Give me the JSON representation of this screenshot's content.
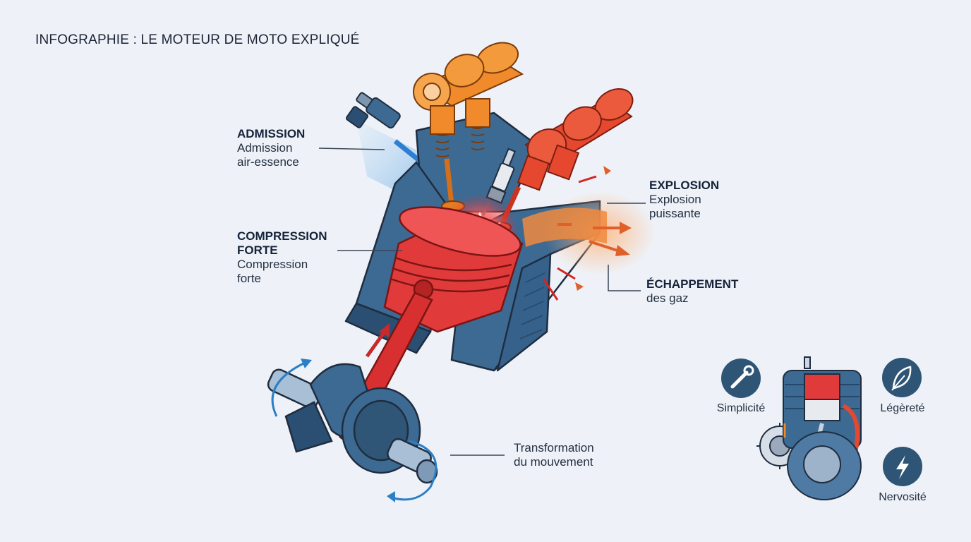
{
  "title": "INFOGRAPHIE : LE MOTEUR DE MOTO EXPLIQUÉ",
  "labels": {
    "admission": {
      "heading": "ADMISSION",
      "line1": "Admission",
      "line2": "air-essence"
    },
    "compression": {
      "heading1": "COMPRESSION",
      "heading2": "FORTE",
      "line1": "Compression",
      "line2": "forte"
    },
    "explosion": {
      "heading": "EXPLOSION",
      "line1": "Explosion",
      "line2": "puissante"
    },
    "echappement": {
      "heading": "ÉCHAPPEMENT",
      "line1": "des gaz"
    },
    "transformation": {
      "line1": "Transformation",
      "line2": "du mouvement"
    }
  },
  "features": [
    {
      "label": "Simplicité",
      "icon": "wrench-icon"
    },
    {
      "label": "Légèreté",
      "icon": "feather-icon"
    },
    {
      "label": "Nervosité",
      "icon": "lightning-icon"
    }
  ],
  "colors": {
    "background": "#eef2f8",
    "cylinder": "#3d6a93",
    "cylinder_dark": "#2b4f72",
    "piston": "#e03a3a",
    "camshaft_intake": "#f08a2a",
    "camshaft_exhaust": "#e5482f",
    "intake_flow": "#3a8fd8",
    "exhaust_flow": "#f07a2c",
    "icon_circle": "#2f5576"
  }
}
